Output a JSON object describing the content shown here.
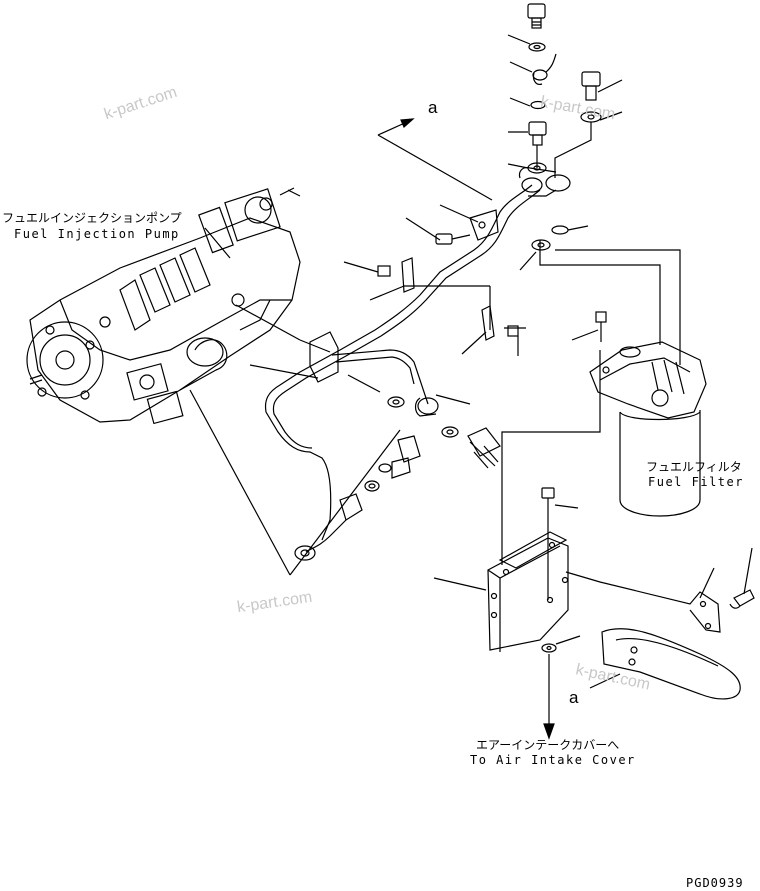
{
  "labels": {
    "pump_jp": "フュエルインジェクションポンプ",
    "pump_en": "Fuel Injection Pump",
    "filter_jp": "フュエルフィルタ",
    "filter_en": "Fuel Filter",
    "intake_jp": "エアーインテークカバーへ",
    "intake_en": "To Air Intake Cover"
  },
  "refs": {
    "top": "a",
    "bottom": "a"
  },
  "watermarks": [
    "k-part.com",
    "k-part.com",
    "k-part.com",
    "k-part.com"
  ],
  "drawing_code": "PGD0939"
}
